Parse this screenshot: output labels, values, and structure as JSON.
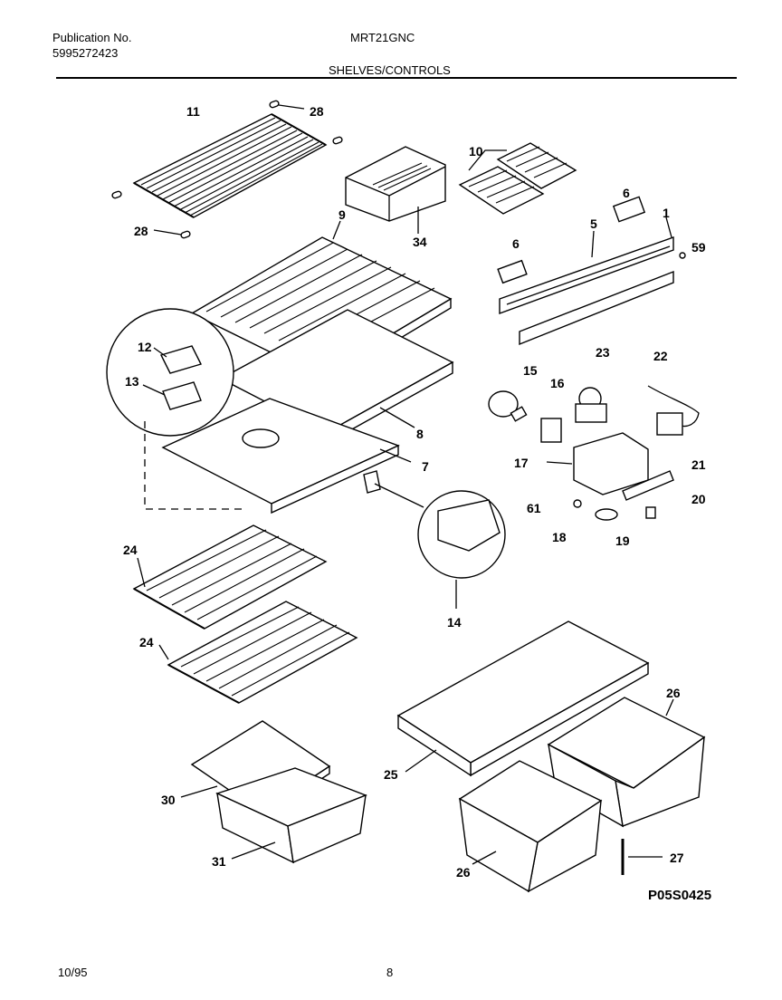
{
  "header": {
    "publication_label": "Publication No.",
    "publication_number": "5995272423",
    "model": "MRT21GNC",
    "section_title": "SHELVES/CONTROLS"
  },
  "footer": {
    "date": "10/95",
    "page": "8",
    "drawing_code": "P05S0425"
  },
  "callouts": {
    "c11": "11",
    "c28a": "28",
    "c28b": "28",
    "c34": "34",
    "c10": "10",
    "c6a": "6",
    "c1": "1",
    "c5": "5",
    "c59": "59",
    "c9": "9",
    "c6b": "6",
    "c12": "12",
    "c13": "13",
    "c8": "8",
    "c7": "7",
    "c15": "15",
    "c16": "16",
    "c23": "23",
    "c22": "22",
    "c17": "17",
    "c21": "21",
    "c61": "61",
    "c20": "20",
    "c18": "18",
    "c19": "19",
    "c14": "14",
    "c24a": "24",
    "c24b": "24",
    "c25": "25",
    "c26a": "26",
    "c26b": "26",
    "c27": "27",
    "c30": "30",
    "c31": "31"
  }
}
